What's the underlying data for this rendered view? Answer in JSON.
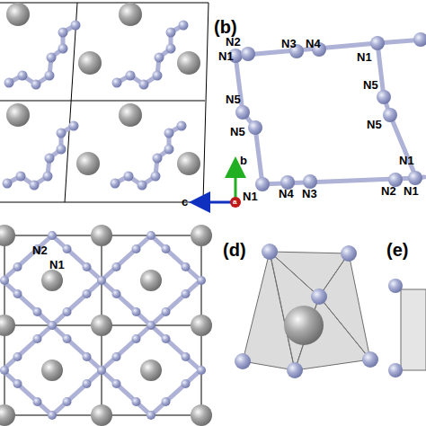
{
  "diagram": {
    "labels": [
      "(b)",
      "N2",
      "N1",
      "N3",
      "N4",
      "N1",
      "N5",
      "N5",
      "N5",
      "N5",
      "N1",
      "N4",
      "N3",
      "N1",
      "N2",
      "N1",
      "b",
      "c",
      "a",
      "N2",
      "N1",
      "(d)",
      "(e)"
    ]
  }
}
